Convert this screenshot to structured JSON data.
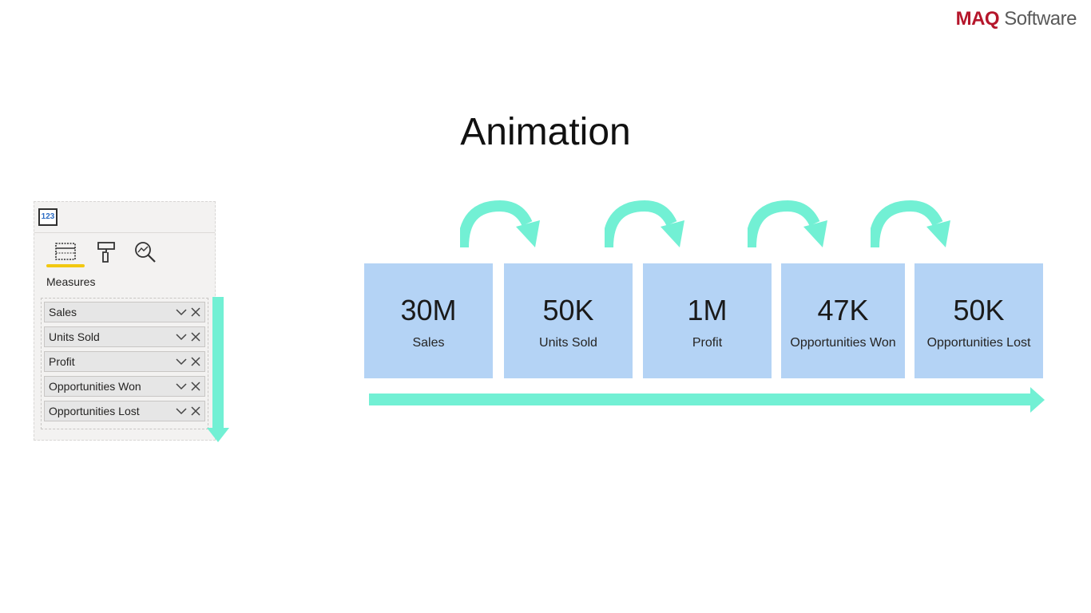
{
  "brand": {
    "part1": "MAQ",
    "part2": "Software"
  },
  "title": "Animation",
  "pane": {
    "viz_icon_text": "123",
    "tabs": [
      "fields-icon",
      "format-paint-icon",
      "analytics-icon"
    ],
    "section_label": "Measures",
    "fields": [
      {
        "label": "Sales"
      },
      {
        "label": "Units Sold"
      },
      {
        "label": "Profit"
      },
      {
        "label": "Opportunities Won"
      },
      {
        "label": "Opportunities Lost"
      }
    ]
  },
  "cards": [
    {
      "value": "30M",
      "label": "Sales"
    },
    {
      "value": "50K",
      "label": "Units Sold"
    },
    {
      "value": "1M",
      "label": "Profit"
    },
    {
      "value": "47K",
      "label": "Opportunities Won"
    },
    {
      "value": "50K",
      "label": "Opportunities Lost"
    }
  ],
  "colors": {
    "arrow": "#72f0d4",
    "card": "#b4d3f5",
    "brand_red": "#b5162b",
    "tab_underline": "#f2c811"
  }
}
